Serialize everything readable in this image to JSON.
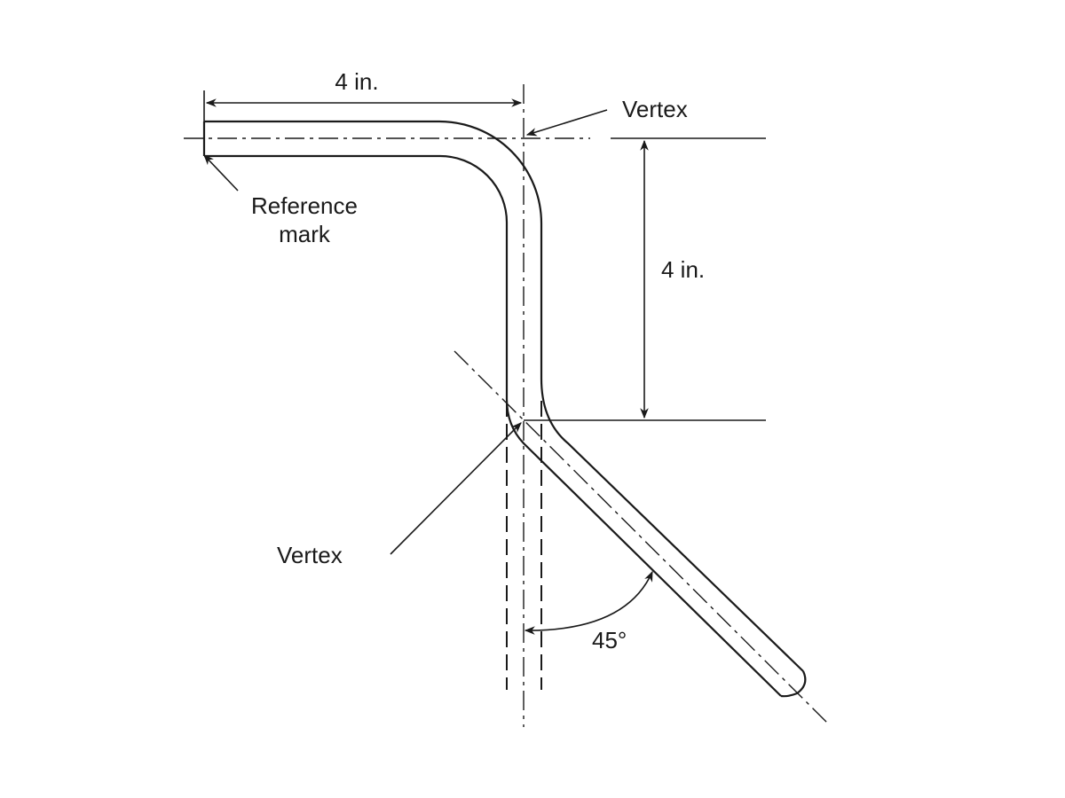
{
  "labels": {
    "top_dimension": "4 in.",
    "side_dimension": "4 in.",
    "vertex_top": "Vertex",
    "vertex_bottom": "Vertex",
    "reference_mark_line1": "Reference",
    "reference_mark_line2": "mark",
    "angle": "45°"
  },
  "colors": {
    "ink": "#1a1a1a",
    "background": "#ffffff"
  }
}
